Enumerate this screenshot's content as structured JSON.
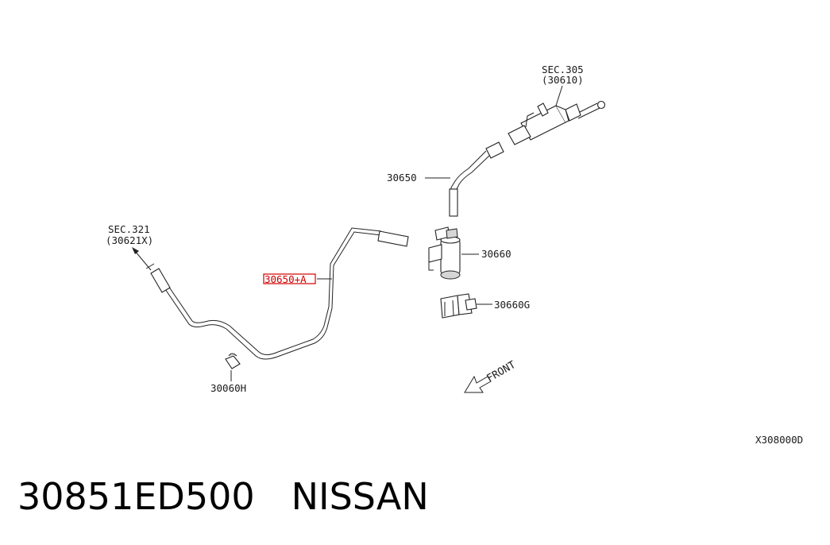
{
  "diagram": {
    "labels": {
      "sec305": "SEC.305",
      "sec305_ref": "(30610)",
      "p30650": "30650",
      "p30660": "30660",
      "p30660g": "30660G",
      "p30650a": "30650+A",
      "sec321": "SEC.321",
      "sec321_ref": "(30621X)",
      "p30060h": "30060H",
      "front": "FRONT",
      "drawing_code": "X308000D"
    },
    "highlight_color": "#d10000"
  },
  "footer": {
    "part_number": "30851ED500",
    "brand": "NISSAN"
  }
}
